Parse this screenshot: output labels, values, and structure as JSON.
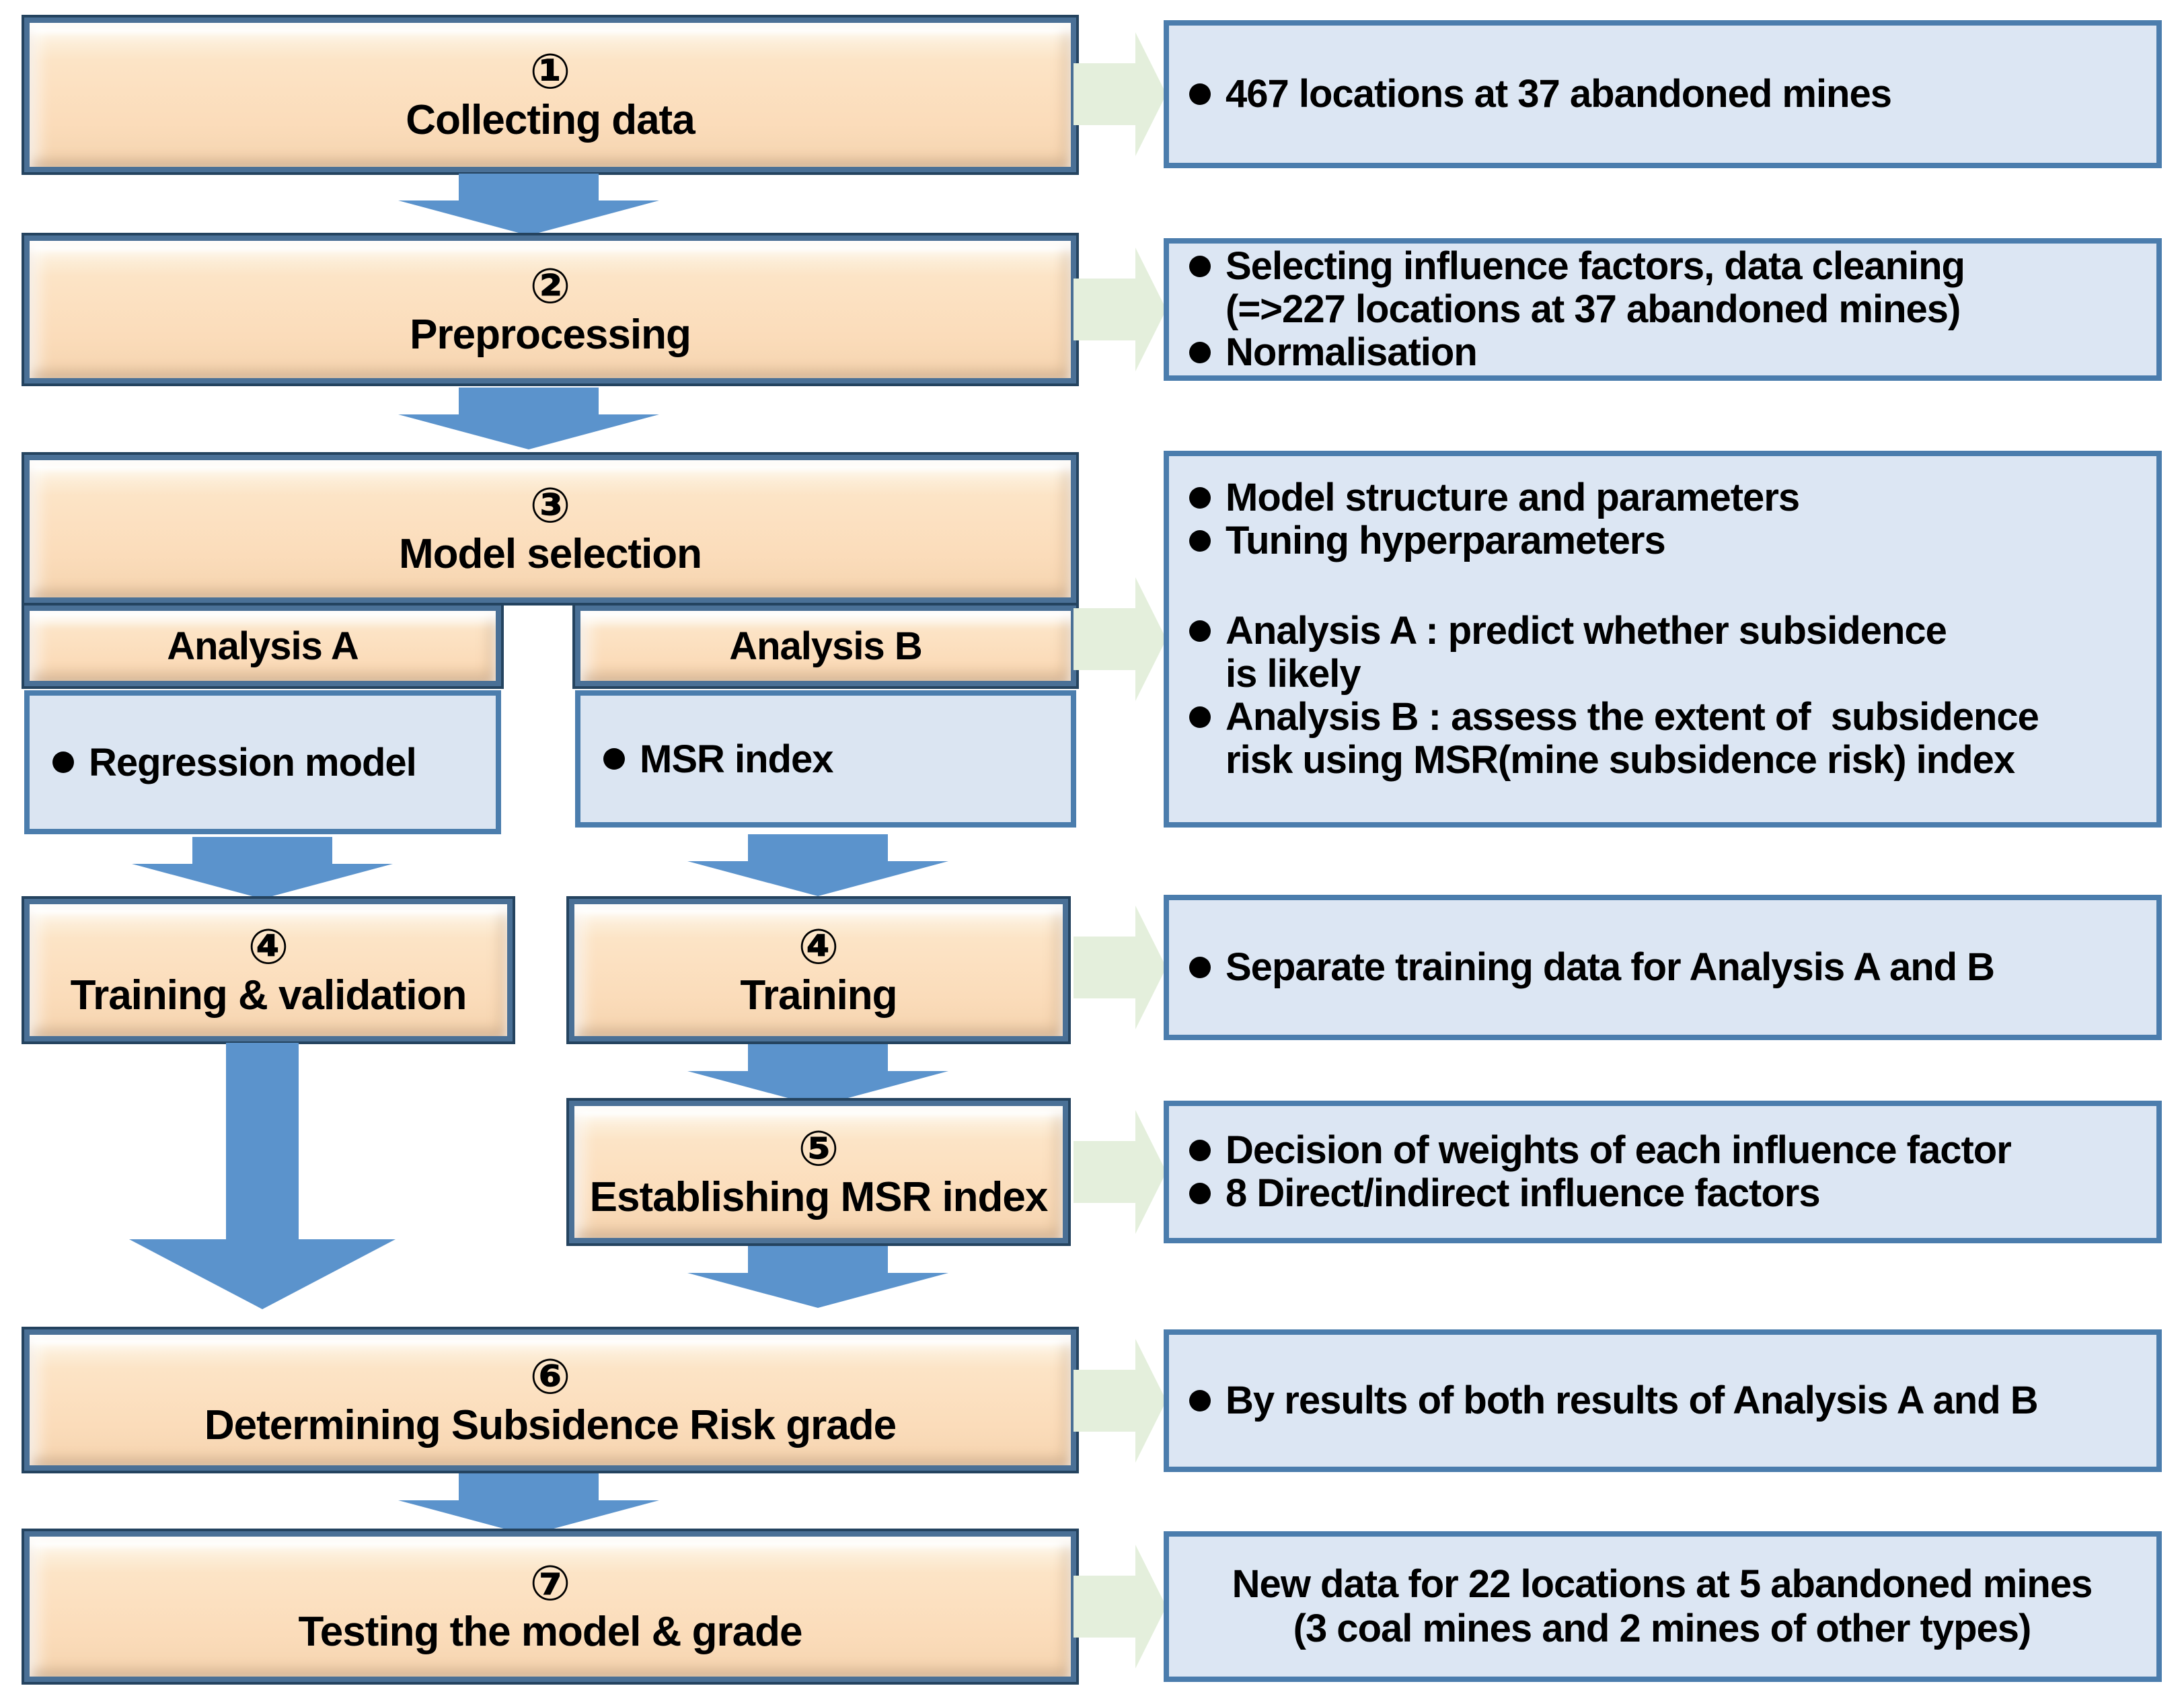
{
  "colors": {
    "peach_box_fill": "#fbdcba",
    "peach_box_border": "#4a7096",
    "outline_navy": "#24435f",
    "note_box_fill": "#dce6f3",
    "note_box_border": "#4b7dad",
    "green_arrow": "#e4efdc",
    "blue_arrow": "#5b93cc",
    "text": "#000000",
    "background": "#ffffff"
  },
  "steps": {
    "s1": {
      "num": "①",
      "label": "Collecting data"
    },
    "s2": {
      "num": "②",
      "label": "Preprocessing"
    },
    "s3": {
      "num": "③",
      "label": "Model selection"
    },
    "s3a_header": "Analysis A",
    "s3b_header": "Analysis B",
    "s3a_item": "Regression model",
    "s3b_item": "MSR index",
    "s4a": {
      "num": "④",
      "label": "Training & validation"
    },
    "s4b": {
      "num": "④",
      "label": "Training"
    },
    "s5": {
      "num": "⑤",
      "label": "Establishing MSR index"
    },
    "s6": {
      "num": "⑥",
      "label": "Determining Subsidence Risk grade"
    },
    "s7": {
      "num": "⑦",
      "label": "Testing the model & grade"
    }
  },
  "notes": {
    "n1_b1": "467 locations at 37 abandoned mines",
    "n2_b1": "Selecting influence factors, data cleaning\n(=>227 locations at 37 abandoned mines)",
    "n2_b2": "Normalisation",
    "n3_b1": "Model structure and parameters",
    "n3_b2": "Tuning hyperparameters",
    "n3_b3": "Analysis A : predict whether subsidence\nis likely",
    "n3_b4": "Analysis B : assess the extent of  subsidence\nrisk using MSR(mine subsidence risk) index",
    "n4_b1": "Separate training data for Analysis A and B",
    "n5_b1": "Decision of weights of each influence factor",
    "n5_b2": "8 Direct/indirect influence factors",
    "n6_b1": "By results of both results of Analysis A and B",
    "n7_text": "New data for 22 locations at 5 abandoned mines\n(3 coal mines and 2 mines of other types)"
  }
}
